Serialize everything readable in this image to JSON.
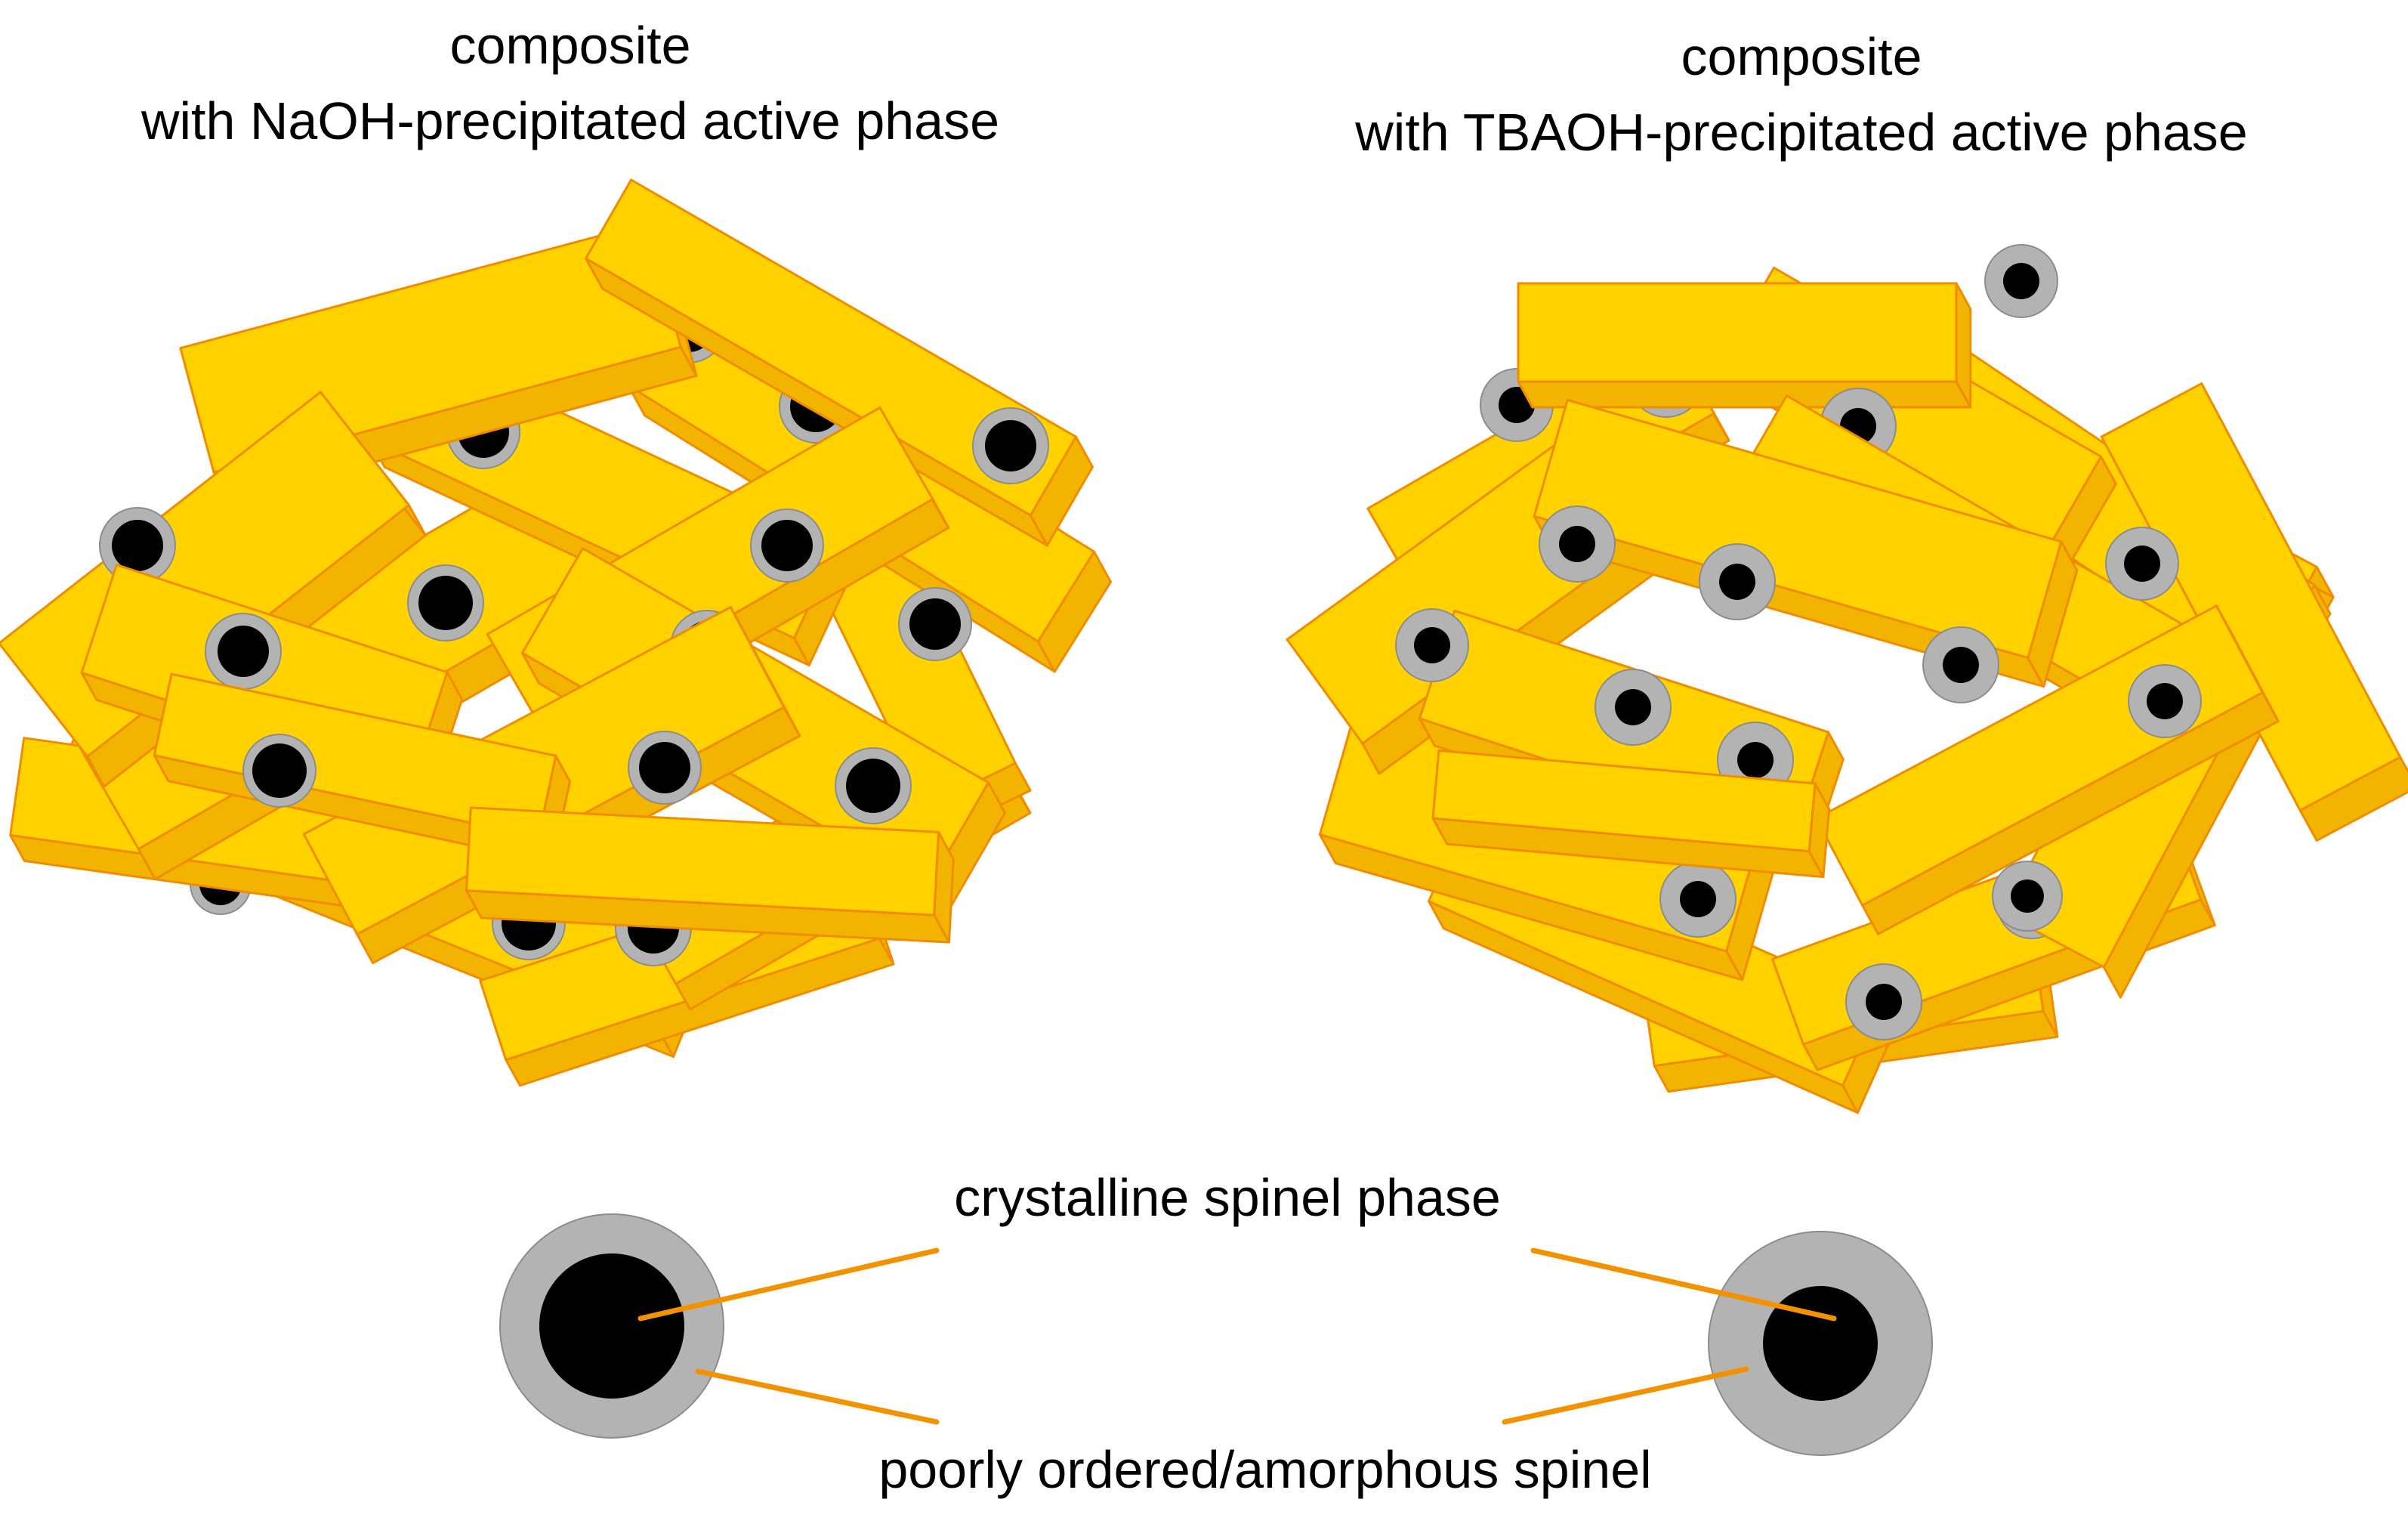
{
  "titles": {
    "left": {
      "line1": "composite",
      "line2": "with NaOH-precipitated active phase"
    },
    "right": {
      "line1": "composite",
      "line2": "with TBAOH-precipitated active phase"
    }
  },
  "legend": {
    "crystalline_label": "crystalline spinel phase",
    "amorphous_label": "poorly ordered/amorphous spinel"
  },
  "colors": {
    "plate_top": "#FFD200",
    "plate_side": "#F2B400",
    "plate_edge": "#F08C00",
    "leader_line": "#F39200",
    "spinel_core": "#000000",
    "spinel_shell": "#B3B3B3",
    "shell_outline": "#8C8C8C"
  },
  "icons": {
    "plate": "yellow-plate-crystal",
    "particle": "core-shell-spinel-particle"
  }
}
